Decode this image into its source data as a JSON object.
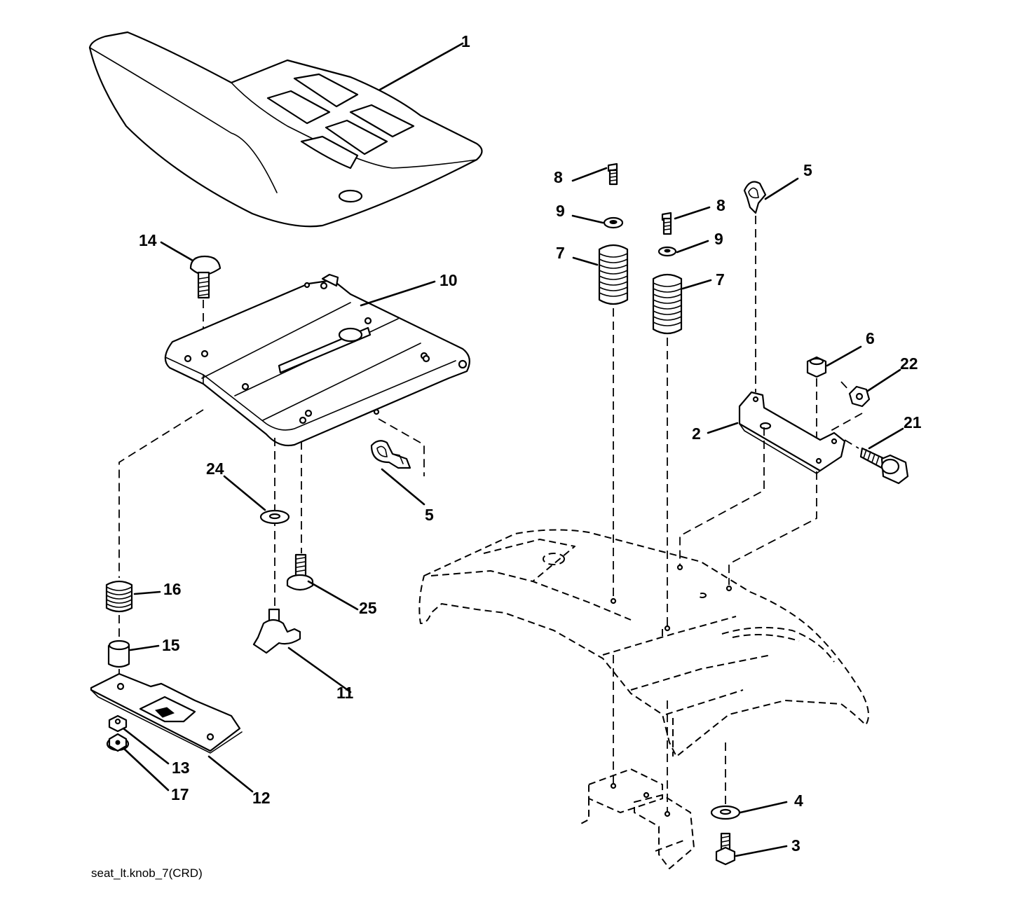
{
  "caption": "seat_lt.knob_7(CRD)",
  "callouts": {
    "c1": "1",
    "c2": "2",
    "c3": "3",
    "c4": "4",
    "c5a": "5",
    "c5b": "5",
    "c6": "6",
    "c7a": "7",
    "c7b": "7",
    "c8a": "8",
    "c8b": "8",
    "c9a": "9",
    "c9b": "9",
    "c10": "10",
    "c11": "11",
    "c12": "12",
    "c13": "13",
    "c14": "14",
    "c15": "15",
    "c16": "16",
    "c17": "17",
    "c21": "21",
    "c22": "22",
    "c24": "24",
    "c25": "25"
  }
}
